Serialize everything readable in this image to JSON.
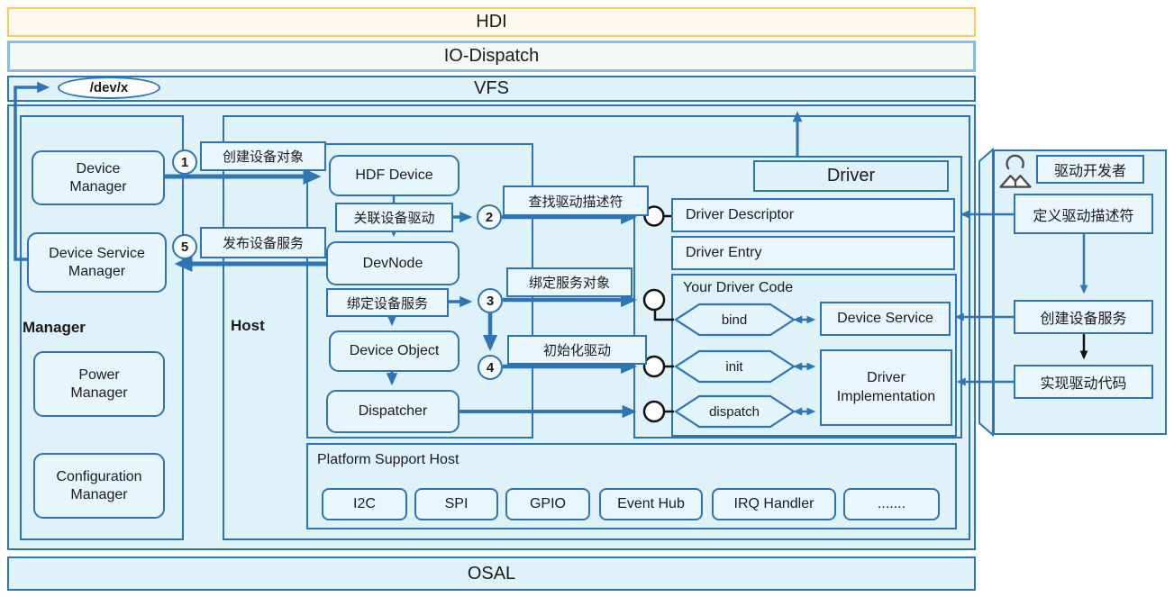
{
  "layers": {
    "hdi": "HDI",
    "io_dispatch": "IO-Dispatch",
    "vfs": "VFS",
    "osal": "OSAL",
    "dev_node": "/dev/x"
  },
  "manager": {
    "label": "Manager",
    "device_manager": "Device Manager",
    "device_service_manager": "Device Service Manager",
    "power_manager": "Power Manager",
    "configuration_manager": "Configuration Manager"
  },
  "host": {
    "label": "Host",
    "hdf_device": "HDF Device",
    "devnode": "DevNode",
    "device_object": "Device Object",
    "dispatcher": "Dispatcher",
    "attach_driver_label": "关联设备驱动",
    "bind_service_label": "绑定设备服务"
  },
  "steps": [
    {
      "num": "1",
      "label": "创建设备对象"
    },
    {
      "num": "2",
      "label": "查找驱动描述符"
    },
    {
      "num": "3",
      "label": "绑定服务对象"
    },
    {
      "num": "4",
      "label": "初始化驱动"
    },
    {
      "num": "5",
      "label": "发布设备服务"
    }
  ],
  "driver": {
    "title": "Driver",
    "descriptor": "Driver Descriptor",
    "entry": "Driver Entry",
    "your_code": "Your Driver Code",
    "hex_bind": "bind",
    "hex_init": "init",
    "hex_dispatch": "dispatch",
    "device_service": "Device Service",
    "implementation": "Driver Implementation"
  },
  "platform": {
    "title": "Platform Support Host",
    "chips": [
      "I2C",
      "SPI",
      "GPIO",
      "Event Hub",
      "IRQ Handler",
      "......."
    ]
  },
  "developer": {
    "role": "驱动开发者",
    "define_descriptor": "定义驱动描述符",
    "create_service": "创建设备服务",
    "implement_code": "实现驱动代码"
  },
  "colors": {
    "accent_blue": "#2E74B5",
    "hdi_border": "#F8C95E",
    "io_dispatch_border": "#8FBAE3",
    "layer_fill": "#DFF2FA",
    "hdi_fill": "#FEF9EF",
    "io_dispatch_fill": "#F3F9F4"
  }
}
